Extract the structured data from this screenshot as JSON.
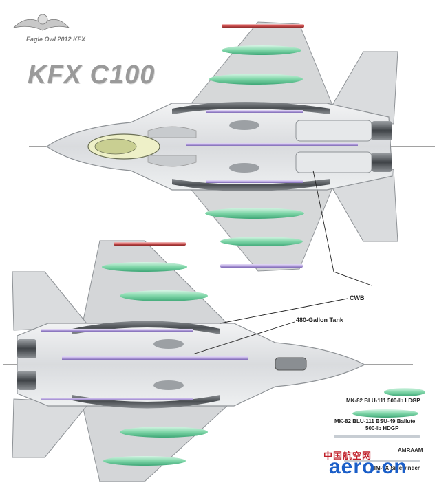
{
  "header": {
    "logo_text": "Eagle Owl 2012 KFX",
    "title": "KFX C100"
  },
  "callouts": {
    "cwb": "CWB",
    "tank": "480-Gallon Tank"
  },
  "legend": {
    "item1": "MK-82 BLU-111 500-lb LDGP",
    "item2_line1": "MK-82 BLU-111 BSU-49 Ballute",
    "item2_line2": "500-lb HDGP",
    "item3": "AMRAAM",
    "item4": "AIM-9X Sidewinder"
  },
  "watermark": {
    "cn": "中国航空网",
    "en": "aero.cn"
  },
  "colors": {
    "airframe": "#d8dadc",
    "airframe_edge": "#8e9296",
    "bomb_green": "#7fd6a8",
    "missile_violet": "#b9a6e0",
    "missile_red": "#d05050",
    "canopy": "#c9cf92",
    "watermark_red": "#c0202a",
    "watermark_blue": "#1a5ec8"
  }
}
